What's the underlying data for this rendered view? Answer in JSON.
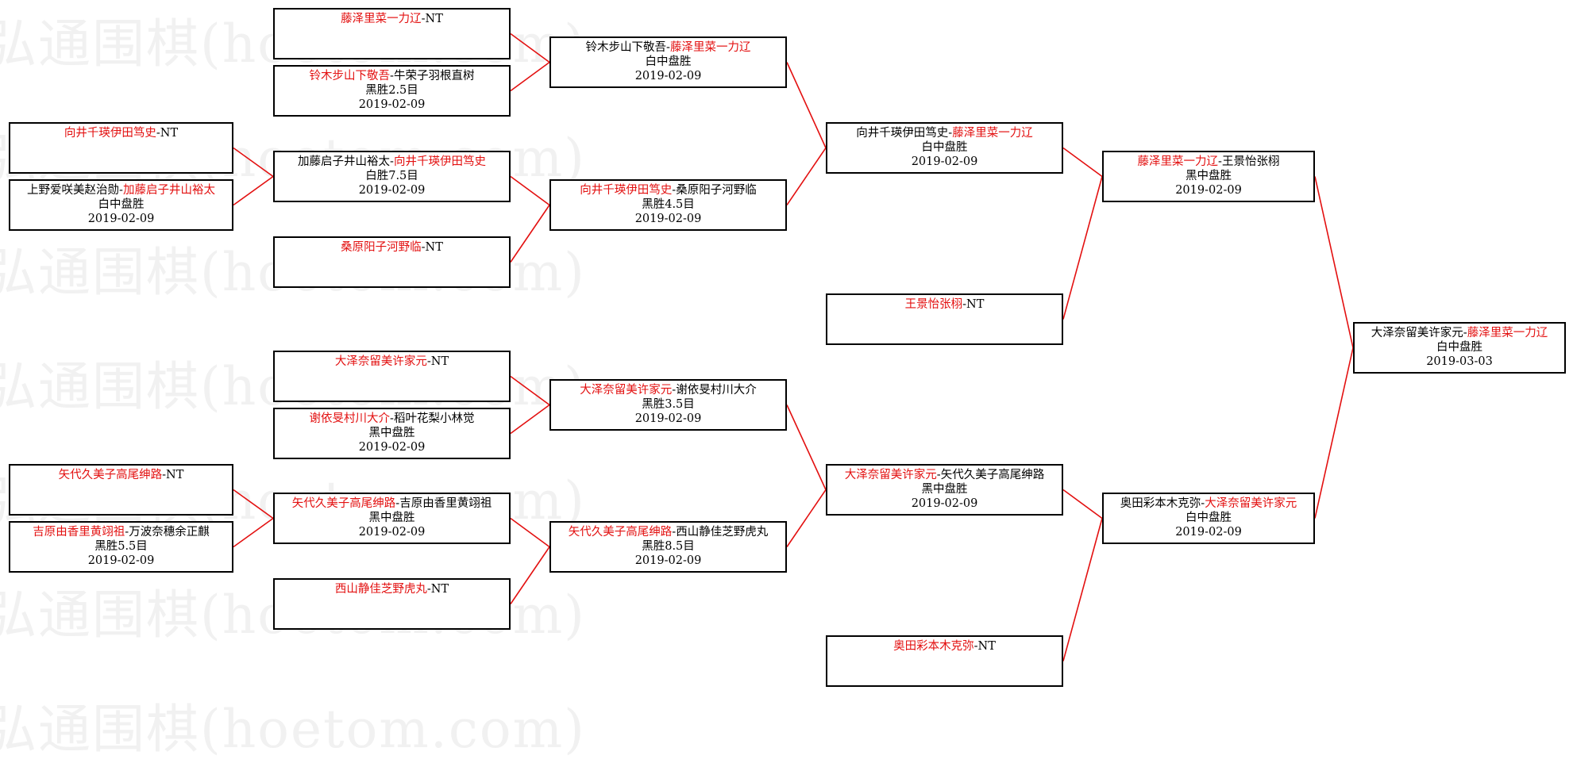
{
  "watermark_text": "弘通围棋(hoetom.com)",
  "colors": {
    "winner": "#e31010",
    "line": "#e31010",
    "border": "#000000"
  },
  "matches": [
    {
      "id": "r1-1",
      "p1": "向井千瑛伊田笃史",
      "p2": "NT",
      "winner": 1,
      "result": "",
      "date": ""
    },
    {
      "id": "r1-2",
      "p1": "上野爱咲美赵治勋",
      "p2": "加藤启子井山裕太",
      "winner": 2,
      "result": "白中盘胜",
      "date": "2019-02-09"
    },
    {
      "id": "r1-3",
      "p1": "矢代久美子高尾绅路",
      "p2": "NT",
      "winner": 1,
      "result": "",
      "date": ""
    },
    {
      "id": "r1-4",
      "p1": "吉原由香里黄翊祖",
      "p2": "万波奈穗余正麒",
      "winner": 1,
      "result": "黑胜5.5目",
      "date": "2019-02-09"
    },
    {
      "id": "r2-1",
      "p1": "藤泽里菜一力辽",
      "p2": "NT",
      "winner": 1,
      "result": "",
      "date": ""
    },
    {
      "id": "r2-2",
      "p1": "铃木步山下敬吾",
      "p2": "牛荣子羽根直树",
      "winner": 1,
      "result": "黑胜2.5目",
      "date": "2019-02-09"
    },
    {
      "id": "r2-3",
      "p1": "加藤启子井山裕太",
      "p2": "向井千瑛伊田笃史",
      "winner": 2,
      "result": "白胜7.5目",
      "date": "2019-02-09"
    },
    {
      "id": "r2-4",
      "p1": "桑原阳子河野临",
      "p2": "NT",
      "winner": 1,
      "result": "",
      "date": ""
    },
    {
      "id": "r2-5",
      "p1": "大泽奈留美许家元",
      "p2": "NT",
      "winner": 1,
      "result": "",
      "date": ""
    },
    {
      "id": "r2-6",
      "p1": "谢依旻村川大介",
      "p2": "稻叶花梨小林觉",
      "winner": 1,
      "result": "黑中盘胜",
      "date": "2019-02-09"
    },
    {
      "id": "r2-7",
      "p1": "矢代久美子高尾绅路",
      "p2": "吉原由香里黄翊祖",
      "winner": 1,
      "result": "黑中盘胜",
      "date": "2019-02-09"
    },
    {
      "id": "r2-8",
      "p1": "西山静佳芝野虎丸",
      "p2": "NT",
      "winner": 1,
      "result": "",
      "date": ""
    },
    {
      "id": "r3-1",
      "p1": "铃木步山下敬吾",
      "p2": "藤泽里菜一力辽",
      "winner": 2,
      "result": "白中盘胜",
      "date": "2019-02-09"
    },
    {
      "id": "r3-2",
      "p1": "向井千瑛伊田笃史",
      "p2": "桑原阳子河野临",
      "winner": 1,
      "result": "黑胜4.5目",
      "date": "2019-02-09"
    },
    {
      "id": "r3-3",
      "p1": "大泽奈留美许家元",
      "p2": "谢依旻村川大介",
      "winner": 1,
      "result": "黑胜3.5目",
      "date": "2019-02-09"
    },
    {
      "id": "r3-4",
      "p1": "矢代久美子高尾绅路",
      "p2": "西山静佳芝野虎丸",
      "winner": 1,
      "result": "黑胜8.5目",
      "date": "2019-02-09"
    },
    {
      "id": "r4-1",
      "p1": "向井千瑛伊田笃史",
      "p2": "藤泽里菜一力辽",
      "winner": 2,
      "result": "白中盘胜",
      "date": "2019-02-09"
    },
    {
      "id": "r4-2",
      "p1": "王景怡张栩",
      "p2": "NT",
      "winner": 1,
      "result": "",
      "date": ""
    },
    {
      "id": "r4-3",
      "p1": "大泽奈留美许家元",
      "p2": "矢代久美子高尾绅路",
      "winner": 1,
      "result": "黑中盘胜",
      "date": "2019-02-09"
    },
    {
      "id": "r4-4",
      "p1": "奥田彩本木克弥",
      "p2": "NT",
      "winner": 1,
      "result": "",
      "date": ""
    },
    {
      "id": "r5-1",
      "p1": "藤泽里菜一力辽",
      "p2": "王景怡张栩",
      "winner": 1,
      "result": "黑中盘胜",
      "date": "2019-02-09"
    },
    {
      "id": "r5-2",
      "p1": "奥田彩本木克弥",
      "p2": "大泽奈留美许家元",
      "winner": 2,
      "result": "白中盘胜",
      "date": "2019-02-09"
    },
    {
      "id": "final",
      "p1": "大泽奈留美许家元",
      "p2": "藤泽里菜一力辽",
      "winner": 2,
      "result": "白中盘胜",
      "date": "2019-03-03"
    }
  ]
}
